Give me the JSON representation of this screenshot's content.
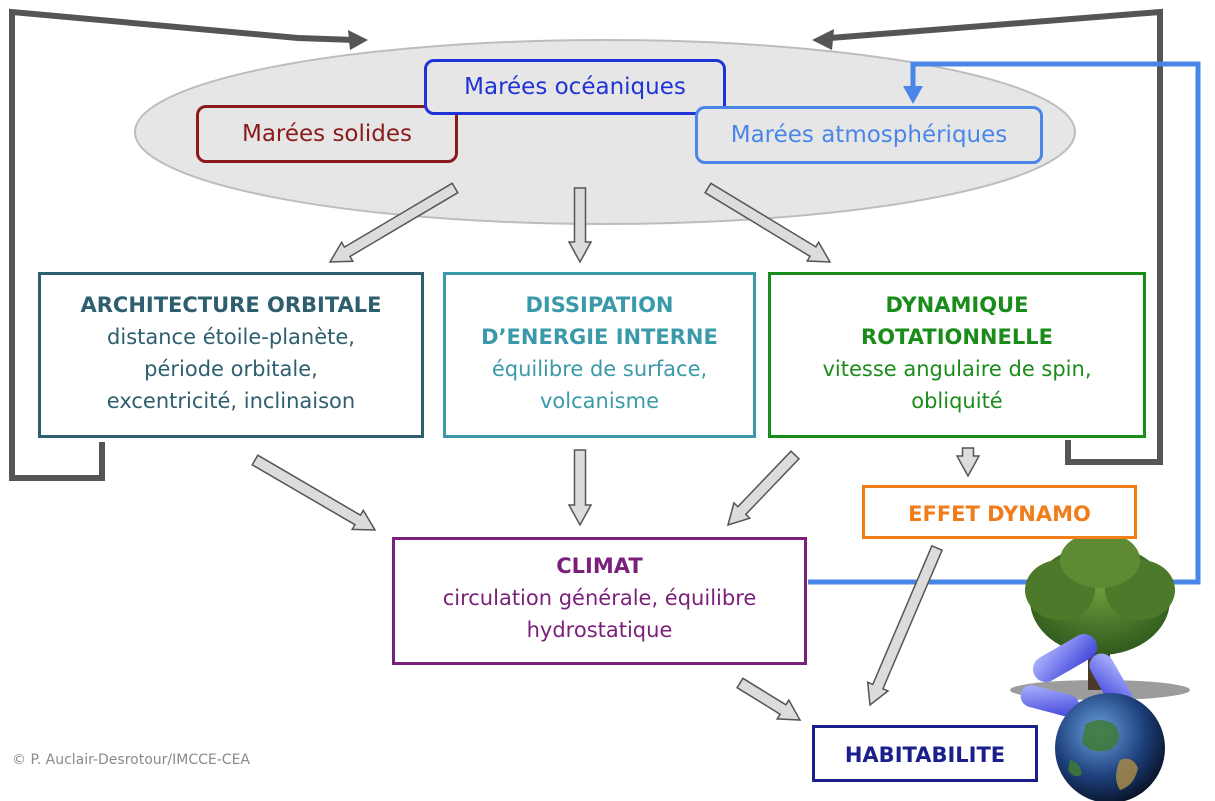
{
  "tides": {
    "ocean": "Marées océaniques",
    "solid": "Marées solides",
    "atmospheric": "Marées atmosphériques"
  },
  "orbital": {
    "title": "ARCHITECTURE ORBITALE",
    "lines": [
      "distance étoile-planète,",
      "période orbitale,",
      "excentricité, inclinaison"
    ]
  },
  "dissipation": {
    "title_lines": [
      "DISSIPATION",
      "D’ENERGIE INTERNE"
    ],
    "lines": [
      "équilibre de surface,",
      "volcanisme"
    ]
  },
  "rotational": {
    "title_lines": [
      "DYNAMIQUE",
      "ROTATIONNELLE"
    ],
    "lines": [
      "vitesse angulaire de spin,",
      "obliquité"
    ]
  },
  "dynamo": {
    "title": "EFFET DYNAMO"
  },
  "climate": {
    "title": "CLIMAT",
    "lines": [
      "circulation générale, équilibre",
      "hydrostatique"
    ]
  },
  "habitability": {
    "title": "HABITABILITE"
  },
  "copyright": "© P. Auclair-Desrotour/IMCCE-CEA",
  "colors": {
    "ocean": "#1f33d6",
    "solid": "#8b1a1a",
    "atmospheric": "#4a86e8",
    "orbital": "#2e5f6e",
    "dissipation": "#3a9aaa",
    "rotational": "#1a8c1a",
    "dynamo": "#f07d1a",
    "climate": "#7a1f7a",
    "habitability": "#1a1f8c",
    "feedback_gray": "#555555",
    "feedback_blue": "#4a86e8"
  },
  "icons": [
    "tree-icon",
    "bacteria-icon",
    "earth-globe-icon"
  ]
}
